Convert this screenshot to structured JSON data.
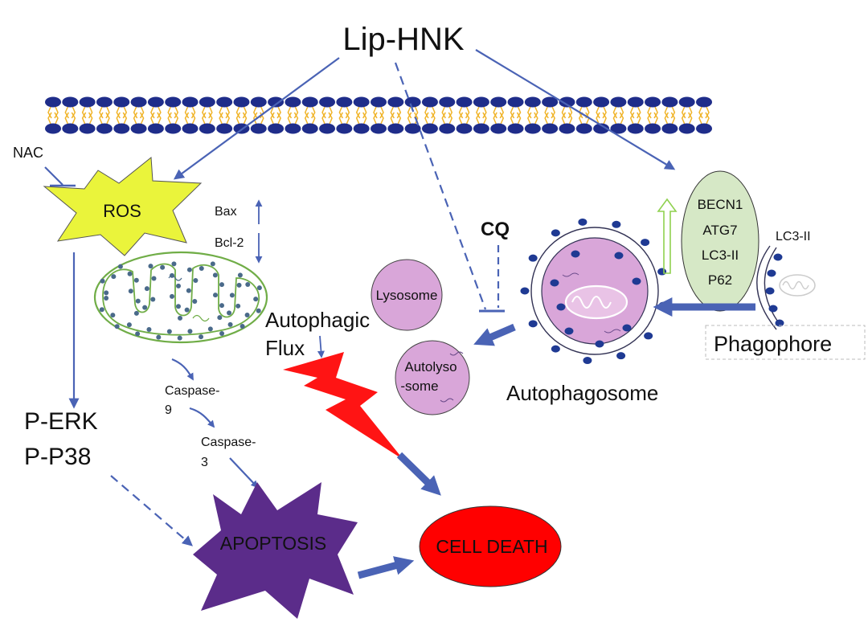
{
  "title": "Lip-HNK",
  "nodes": {
    "nac": "NAC",
    "ros": "ROS",
    "bax": "Bax",
    "bcl2": "Bcl-2",
    "p_erk": "P-ERK",
    "p_p38": "P-P38",
    "caspase9_line1": "Caspase-",
    "caspase9_line2": "9",
    "caspase3_line1": "Caspase-",
    "caspase3_line2": "3",
    "apoptosis": "APOPTOSIS",
    "cell_death": "CELL DEATH",
    "autophagic_flux_line1": "Autophagic",
    "autophagic_flux_line2": "Flux",
    "lysosome": "Lysosome",
    "autolysosome_line1": "Autolyso",
    "autolysosome_line2": "-some",
    "cq": "CQ",
    "autophagosome": "Autophagosome",
    "phagophore": "Phagophore",
    "lc3_ii": "LC3-II"
  },
  "autophagy_markers": [
    "BECN1",
    "ATG7",
    "LC3-II",
    "P62"
  ],
  "colors": {
    "arrow": "#4a63b5",
    "ros_fill": "#eaf43b",
    "ros_text": "#7030a0",
    "mito_stroke": "#70ad47",
    "mito_dot": "#4a6a8a",
    "apoptosis_fill": "#5b2c8a",
    "cell_death_fill": "#ff0000",
    "bolt": "#ff1414",
    "vesicle_fill": "#d9a6d9",
    "cq": "#e8502a",
    "marker_fill": "#d6e8c6",
    "upregulation_arrow": "#8fd14f",
    "membrane_head": "#1f2d8a",
    "membrane_tail": "#f0b429",
    "vesicle_dot": "#1f3a93",
    "white_text": "#ffffff"
  }
}
